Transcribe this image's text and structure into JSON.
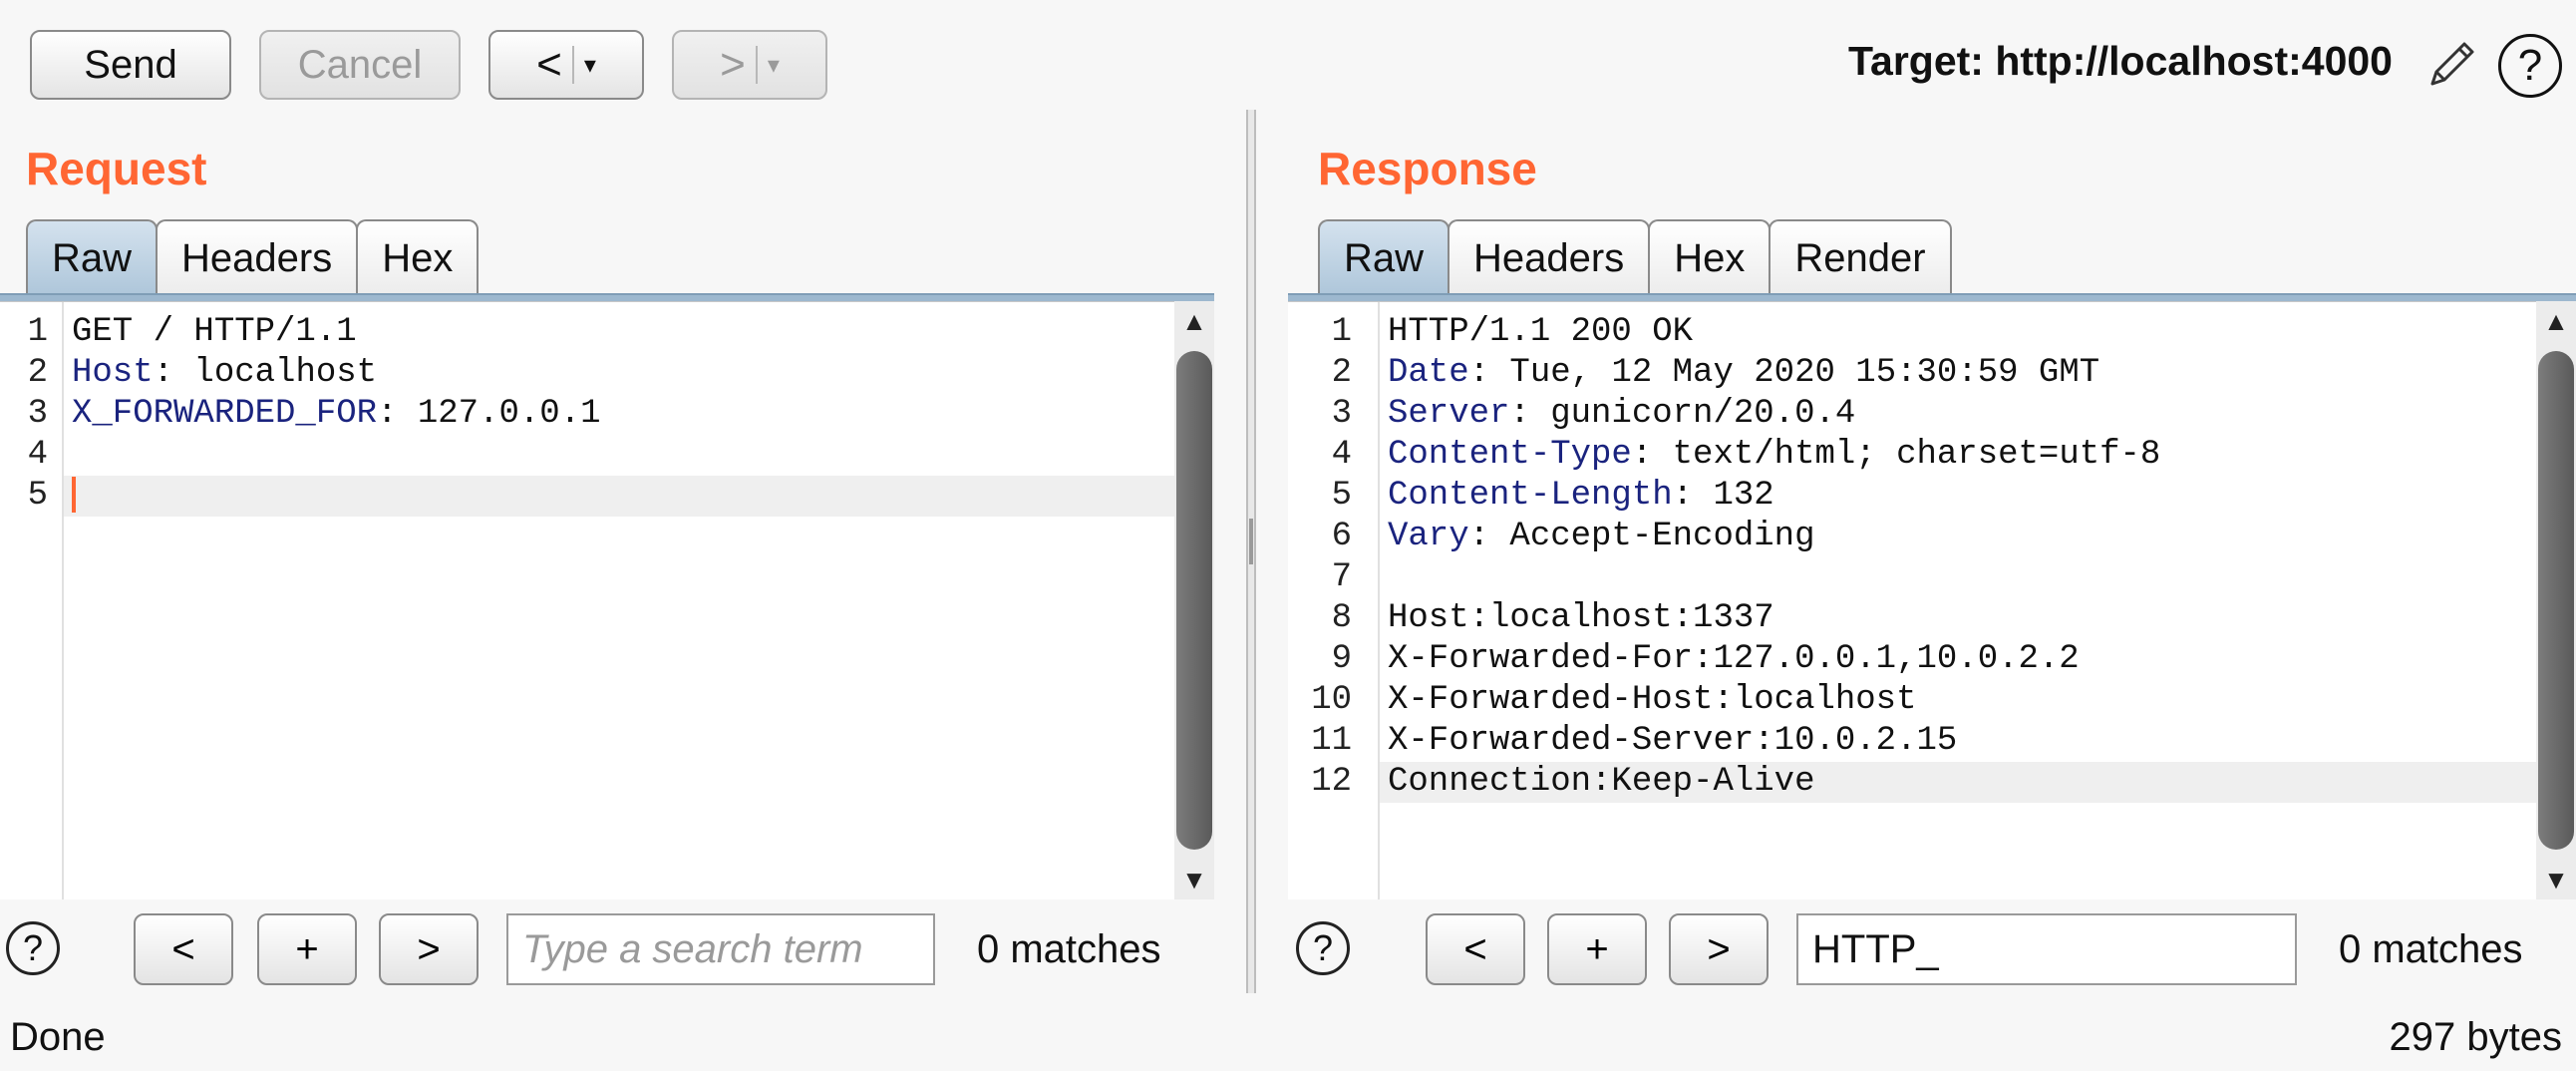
{
  "toolbar": {
    "send_label": "Send",
    "cancel_label": "Cancel",
    "back_label": "<",
    "forward_label": ">",
    "dropdown_glyph": "▾",
    "target_label": "Target: http://localhost:4000",
    "edit_icon": "pencil-icon",
    "help_icon": "help-icon",
    "help_glyph": "?"
  },
  "request": {
    "title": "Request",
    "tabs": [
      "Raw",
      "Headers",
      "Hex"
    ],
    "active_tab": "Raw",
    "lines": [
      {
        "num": "1",
        "name": "",
        "rest": "GET / HTTP/1.1"
      },
      {
        "num": "2",
        "name": "Host",
        "rest": ": localhost"
      },
      {
        "num": "3",
        "name": "X_FORWARDED_FOR",
        "rest": ": 127.0.0.1"
      },
      {
        "num": "4",
        "name": "",
        "rest": ""
      },
      {
        "num": "5",
        "name": "",
        "rest": ""
      }
    ],
    "search": {
      "help_glyph": "?",
      "prev_label": "<",
      "add_label": "+",
      "next_label": ">",
      "placeholder": "Type a search term",
      "value": "",
      "matches": "0 matches"
    }
  },
  "response": {
    "title": "Response",
    "tabs": [
      "Raw",
      "Headers",
      "Hex",
      "Render"
    ],
    "active_tab": "Raw",
    "lines": [
      {
        "num": "1",
        "name": "",
        "rest": "HTTP/1.1 200 OK"
      },
      {
        "num": "2",
        "name": "Date",
        "rest": ": Tue, 12 May 2020 15:30:59 GMT"
      },
      {
        "num": "3",
        "name": "Server",
        "rest": ": gunicorn/20.0.4"
      },
      {
        "num": "4",
        "name": "Content-Type",
        "rest": ": text/html; charset=utf-8"
      },
      {
        "num": "5",
        "name": "Content-Length",
        "rest": ": 132"
      },
      {
        "num": "6",
        "name": "Vary",
        "rest": ": Accept-Encoding"
      },
      {
        "num": "7",
        "name": "",
        "rest": ""
      },
      {
        "num": "8",
        "name": "",
        "rest": "Host:localhost:1337"
      },
      {
        "num": "9",
        "name": "",
        "rest": "X-Forwarded-For:127.0.0.1,10.0.2.2"
      },
      {
        "num": "10",
        "name": "",
        "rest": "X-Forwarded-Host:localhost"
      },
      {
        "num": "11",
        "name": "",
        "rest": "X-Forwarded-Server:10.0.2.15"
      },
      {
        "num": "12",
        "name": "",
        "rest": "Connection:Keep-Alive"
      }
    ],
    "search": {
      "help_glyph": "?",
      "prev_label": "<",
      "add_label": "+",
      "next_label": ">",
      "placeholder": "",
      "value": "HTTP_",
      "matches": "0 matches"
    }
  },
  "scrollbar": {
    "up_glyph": "▲",
    "down_glyph": "▼"
  },
  "status": {
    "left": "Done",
    "right": "297 bytes"
  },
  "colors": {
    "accent": "#ff6633",
    "header_name": "#1a237e",
    "active_tab": "#aec6da"
  }
}
